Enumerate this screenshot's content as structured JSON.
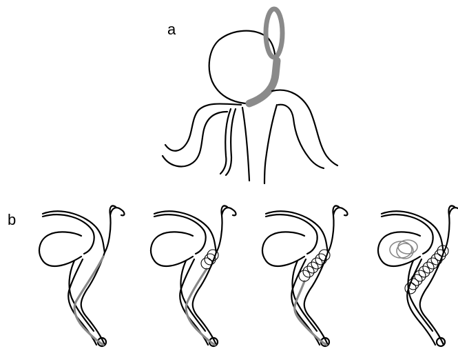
{
  "labels": {
    "panel_a": "a",
    "panel_b": "b"
  },
  "colors": {
    "outline": "#000000",
    "device": "#888888",
    "background": "#ffffff"
  },
  "panel_b_steps": [
    {
      "coil_count": 0,
      "loops_in_aneurysm": false
    },
    {
      "coil_count": 3,
      "loops_in_aneurysm": false
    },
    {
      "coil_count": 6,
      "loops_in_aneurysm": false
    },
    {
      "coil_count": 10,
      "loops_in_aneurysm": true
    }
  ]
}
